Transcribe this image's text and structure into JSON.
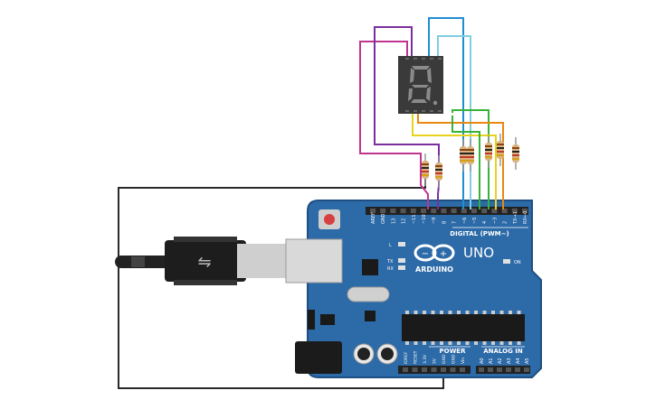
{
  "board": {
    "brand_text": "ARDUINO",
    "model_text": "UNO",
    "digital_header_label": "DIGITAL (PWM~)",
    "power_header_label": "POWER",
    "analog_header_label": "ANALOG IN",
    "on_label": "ON",
    "led_l_label": "L",
    "led_tx_label": "TX",
    "led_rx_label": "RX",
    "digital_pin_labels": [
      "AREF",
      "GND",
      "13",
      "12",
      "~11",
      "~10",
      "~9",
      "8",
      "7",
      "~6",
      "~5",
      "4",
      "~3",
      "2",
      "TX→1",
      "RX←0"
    ],
    "power_pin_labels": [
      "IOREF",
      "RESET",
      "3.3V",
      "5V",
      "GND",
      "GND",
      "Vin"
    ],
    "analog_pin_labels": [
      "A0",
      "A1",
      "A2",
      "A3",
      "A4",
      "A5"
    ]
  },
  "display": {
    "shown_digit": "8.",
    "segment_color": "#8a8a8a"
  },
  "wire_colors": {
    "magenta": "#c0348f",
    "purple": "#7b2f9e",
    "blue": "#1e8fd0",
    "light_blue": "#7ecfe0",
    "green": "#38b238",
    "orange": "#e8880e",
    "yellow": "#e7d21e",
    "black": "#2a2a2a"
  },
  "colors": {
    "board": "#2c6aa8",
    "board_dark": "#1f4f82",
    "header": "#222222"
  }
}
